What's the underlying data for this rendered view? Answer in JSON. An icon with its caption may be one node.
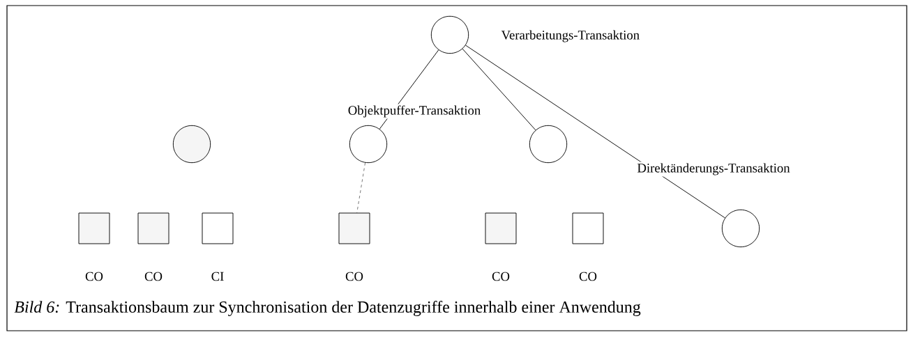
{
  "diagram": {
    "caption": "*Bild 6:* Transaktionsbaum zur Synchronisation der Datenzugriffe innerhalb einer Anwendung",
    "nodes": [
      {
        "text": [],
        "shape": "circle",
        "beside": [
          "Verarbeitungs-Transaktion"
        ]
      },
      {
        "text": [],
        "shape": "circle"
      },
      {
        "text": [],
        "shape": "circle"
      },
      {
        "text": [],
        "shape": "circle"
      },
      {
        "text": [],
        "shape": "box",
        "beside": [
          "CO"
        ]
      },
      {
        "text": [],
        "shape": "box",
        "beside": [
          "CO"
        ]
      },
      {
        "text": [],
        "shape": "box",
        "beside": [
          "CI"
        ]
      },
      {
        "text": [],
        "shape": "box",
        "beside": [
          "CO"
        ]
      },
      {
        "text": [],
        "shape": "box",
        "beside": [
          "CO"
        ]
      },
      {
        "text": [],
        "shape": "box",
        "beside": [
          "CO"
        ]
      },
      {
        "text": [],
        "shape": "circle"
      }
    ],
    "edges": [
      {
        "from": 0,
        "to": 2,
        "arrow": "none",
        "label": "Objektpuffer-Transaktion"
      },
      {
        "from": 0,
        "to": 3,
        "arrow": "none"
      },
      {
        "from": 0,
        "to": 10,
        "arrow": "none",
        "label": "Direktänderungs-Transaktion"
      },
      {
        "from": 2,
        "to": 7,
        "arrow": "none",
        "style": "dashed"
      }
    ]
  }
}
